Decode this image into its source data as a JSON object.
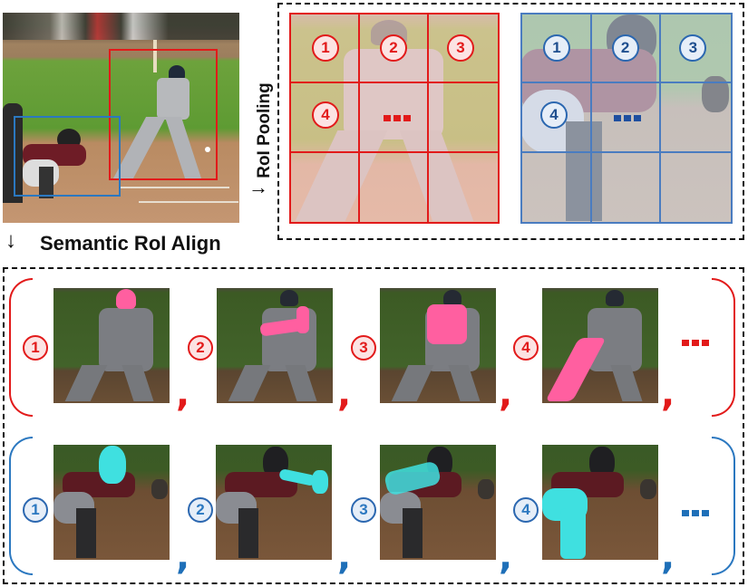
{
  "title_labels": {
    "roi_pooling": "RoI Pooling",
    "semantic_roi_align": "Semantic RoI Align"
  },
  "arrows": {
    "roi_pooling_arrow": "→",
    "semantic_align_arrow": "↓"
  },
  "colors": {
    "red": "#e21a1a",
    "blue": "#2b67b0",
    "pink_mask": "#ff5fa0",
    "cyan_mask": "#3fe0e0",
    "dashed_border": "#111111"
  },
  "source_image": {
    "description": "Baseball batter and catcher",
    "boxes": [
      {
        "color": "red",
        "target": "batter"
      },
      {
        "color": "blue",
        "target": "catcher"
      }
    ]
  },
  "roi_pooling": {
    "grids": [
      {
        "color": "red",
        "target": "batter",
        "cells": [
          "1",
          "2",
          "3",
          "4"
        ],
        "ellipsis": "..."
      },
      {
        "color": "blue",
        "target": "catcher",
        "cells": [
          "1",
          "2",
          "3",
          "4"
        ],
        "ellipsis": "..."
      }
    ]
  },
  "semantic_align": {
    "rows": [
      {
        "color": "red",
        "target": "batter",
        "items": [
          {
            "num": "1",
            "part": "head"
          },
          {
            "num": "2",
            "part": "arm"
          },
          {
            "num": "3",
            "part": "torso"
          },
          {
            "num": "4",
            "part": "leg"
          }
        ],
        "separator": ",",
        "ellipsis": "..."
      },
      {
        "color": "blue",
        "target": "catcher",
        "items": [
          {
            "num": "1",
            "part": "head"
          },
          {
            "num": "2",
            "part": "arm"
          },
          {
            "num": "3",
            "part": "torso"
          },
          {
            "num": "4",
            "part": "leg"
          }
        ],
        "separator": ",",
        "ellipsis": "..."
      }
    ]
  }
}
